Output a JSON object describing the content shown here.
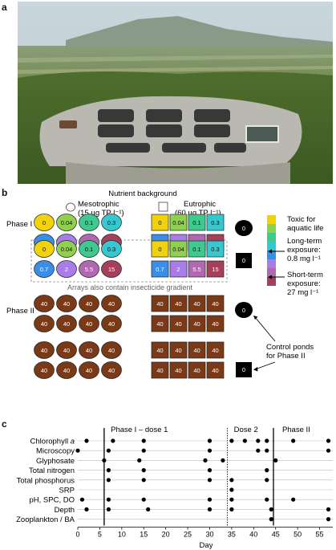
{
  "panels": {
    "a": "a",
    "b": "b",
    "c": "c"
  },
  "photo": {
    "description_icon": "aerial-photo-of-pond-arrays"
  },
  "diagram": {
    "nutrient_background": "Nutrient background",
    "meso_title": "Mesotrophic",
    "meso_sub": "(15 µg TP l⁻¹)",
    "eu_title": "Eutrophic",
    "eu_sub": "(60 µg TP l⁻¹)",
    "phase1": "Phase I",
    "phase2": "Phase II",
    "phase1_values": [
      "0",
      "0.04",
      "0.1",
      "0.3",
      "0.7",
      "2",
      "5.5",
      "15"
    ],
    "phase1_colors": [
      "#f2d20c",
      "#8fd14f",
      "#3ec98e",
      "#35c9cf",
      "#3a8ee6",
      "#a97de8",
      "#b068b0",
      "#a6405a"
    ],
    "phase2_value": "40",
    "phase2_color": "#7a3a17",
    "control_value": "0",
    "arrays_note": "Arrays also contain insecticide gradient",
    "toxic_label": "Toxic for aquatic life",
    "long_term_label": "Long-term exposure: 0.8 mg l⁻¹",
    "short_term_label": "Short-term exposure: 27 mg l⁻¹",
    "control_ponds_label": "Control ponds for Phase II",
    "legend_colors": [
      "#f2d20c",
      "#8fd14f",
      "#3ec98e",
      "#35c9cf",
      "#3a8ee6",
      "#a97de8",
      "#b068b0",
      "#a6405a"
    ]
  },
  "chart_data": {
    "type": "scatter",
    "xlabel": "Day",
    "xlim": [
      0,
      58
    ],
    "xticks": [
      0,
      5,
      10,
      15,
      20,
      25,
      30,
      35,
      40,
      45,
      50,
      55
    ],
    "phase_labels": [
      "Phase I – dose 1",
      "Dose 2",
      "Phase II"
    ],
    "phase_lines": [
      {
        "day": 6,
        "style": "solid"
      },
      {
        "day": 34,
        "style": "dotted"
      },
      {
        "day": 44.5,
        "style": "solid"
      }
    ],
    "series": [
      {
        "name": "Chlorophyll a",
        "days": [
          2,
          8,
          15,
          30,
          35,
          38,
          41,
          43,
          49,
          57
        ]
      },
      {
        "name": "Microscopy",
        "days": [
          0,
          7,
          15,
          30,
          41,
          43,
          57
        ]
      },
      {
        "name": "Glyphosate",
        "days": [
          6,
          14,
          29,
          33,
          45
        ]
      },
      {
        "name": "Total nitrogen",
        "days": [
          7,
          15,
          30,
          43
        ]
      },
      {
        "name": "Total phosphorus",
        "days": [
          7,
          15,
          30,
          35,
          43
        ]
      },
      {
        "name": "SRP",
        "days": [
          35
        ]
      },
      {
        "name": "pH, SPC, DO",
        "days": [
          1,
          7,
          15,
          30,
          35,
          43,
          49
        ]
      },
      {
        "name": "Depth",
        "days": [
          2,
          7,
          16,
          30,
          35,
          44,
          57
        ]
      },
      {
        "name": "Zooplankton / BA",
        "days": [
          44,
          57
        ]
      }
    ]
  }
}
